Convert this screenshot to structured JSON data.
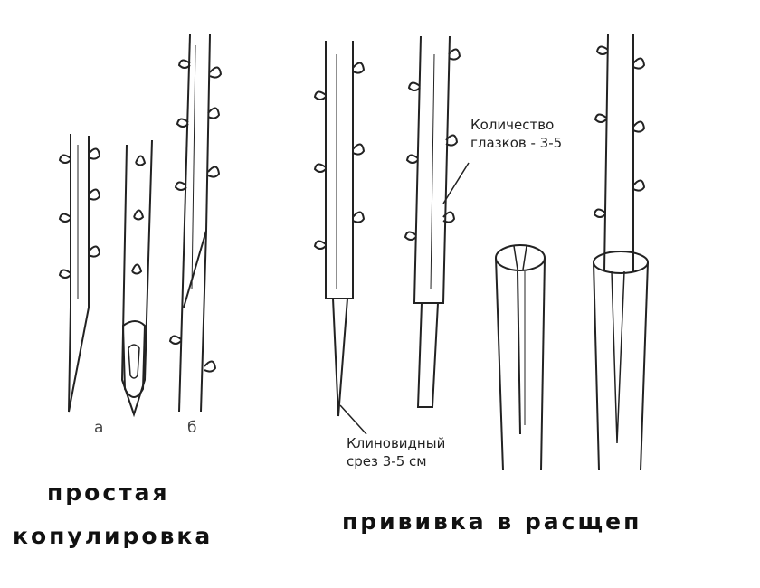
{
  "labels": {
    "a": "а",
    "b": "б",
    "buds_line1": "Количество",
    "buds_line2": "глазков - 3-5",
    "cut_line1": "Клиновидный",
    "cut_line2": "срез 3-5 см"
  },
  "titles": {
    "copulation_line1": "простая",
    "copulation_line2": "копулировка",
    "cleft_graft": "прививка в расщеп"
  }
}
